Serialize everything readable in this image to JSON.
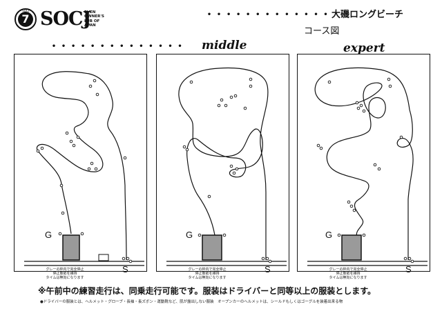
{
  "header": {
    "logo_mark": "7",
    "logo_mark_tiny": "SOCJ",
    "logo_word": "SOCJ",
    "logo_sub": [
      "EVEN",
      "OWNER'S",
      "LUB OF",
      "APAN"
    ],
    "title_line1": "大磯ロングビーチ",
    "title_line2": "コース図",
    "dots_top": "• • • • • • • • • • • • •",
    "dots_left": "• • • • • • • • • • • • • •"
  },
  "panels": [
    {
      "name": "",
      "g_label": "G",
      "s_label": "S",
      "note": "グレーの枠内で完全停止\n停止態勢を維持\nタイムは無効になります"
    },
    {
      "name": "middle",
      "g_label": "G",
      "s_label": "S",
      "note": "グレーの枠内で完全停止\n停止態勢を維持\nタイムは無効になります"
    },
    {
      "name": "expert",
      "g_label": "G",
      "s_label": "S",
      "note": "グレーの枠内で完全停止\n停止態勢を維持\nタイムは無効になります"
    }
  ],
  "footer": {
    "line1": "※午前中の練習走行は、同乗走行可能です。服装はドライバーと同等以上の服装とします。",
    "line2": "●ドライバーの服装とは、ヘルメット・グローブ・長袖・長ズボン・運動靴など、肌が露出しない服装　オープンカーのヘルメットは、シールドもしくはゴーグルを装着出来る物"
  },
  "colors": {
    "goal_box": "#9a9a9a",
    "line": "#111111"
  }
}
